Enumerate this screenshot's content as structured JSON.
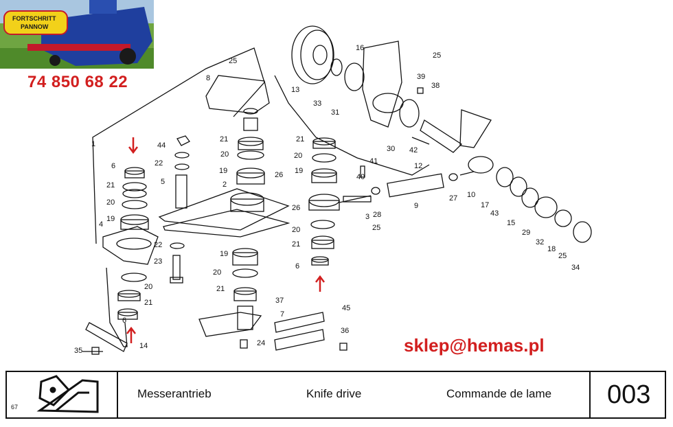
{
  "logo": {
    "brand": "FORTSCHRITT PANNOW"
  },
  "contact": {
    "phone": "74 850 68 22",
    "email": "sklep@hemas.pl"
  },
  "footer": {
    "page_number": "67",
    "german": "Messerantrieb",
    "english": "Knife drive",
    "french": "Commande de lame",
    "code": "003"
  },
  "diagram": {
    "labels": [
      "1",
      "2",
      "3",
      "4",
      "5",
      "6",
      "6",
      "6",
      "7",
      "8",
      "9",
      "10",
      "12",
      "13",
      "14",
      "15",
      "16",
      "17",
      "18",
      "19",
      "19",
      "19",
      "19",
      "20",
      "20",
      "20",
      "20",
      "20",
      "20",
      "21",
      "21",
      "21",
      "21",
      "21",
      "21",
      "22",
      "22",
      "23",
      "24",
      "25",
      "25",
      "25",
      "25",
      "26",
      "26",
      "27",
      "28",
      "29",
      "30",
      "31",
      "32",
      "33",
      "34",
      "35",
      "36",
      "37",
      "38",
      "39",
      "40",
      "41",
      "42",
      "43",
      "44",
      "45"
    ]
  },
  "colors": {
    "accent_red": "#d21f1f",
    "ink": "#111111",
    "logo_yellow": "#f2d11a",
    "combine_blue": "#1f3f9e"
  }
}
